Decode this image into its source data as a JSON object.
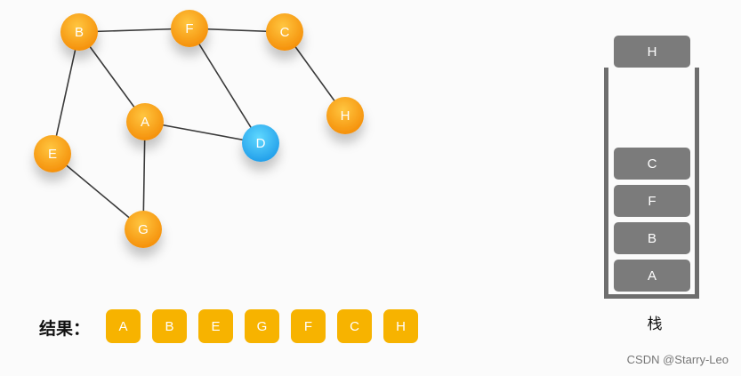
{
  "colors": {
    "node_orange": "#f9a80c",
    "node_current": "#29b6f6",
    "stack_item": "#7b7b7b",
    "result_item": "#f7b300"
  },
  "graph": {
    "nodes": [
      {
        "id": "B",
        "label": "B",
        "state": "visited"
      },
      {
        "id": "F",
        "label": "F",
        "state": "visited"
      },
      {
        "id": "C",
        "label": "C",
        "state": "visited"
      },
      {
        "id": "A",
        "label": "A",
        "state": "visited"
      },
      {
        "id": "H",
        "label": "H",
        "state": "visited"
      },
      {
        "id": "E",
        "label": "E",
        "state": "visited"
      },
      {
        "id": "D",
        "label": "D",
        "state": "current"
      },
      {
        "id": "G",
        "label": "G",
        "state": "visited"
      }
    ],
    "edges": [
      [
        "B",
        "F"
      ],
      [
        "F",
        "C"
      ],
      [
        "B",
        "A"
      ],
      [
        "B",
        "E"
      ],
      [
        "F",
        "D"
      ],
      [
        "C",
        "H"
      ],
      [
        "A",
        "D"
      ],
      [
        "A",
        "G"
      ],
      [
        "E",
        "G"
      ]
    ]
  },
  "result": {
    "label": "结果：",
    "items": [
      "A",
      "B",
      "E",
      "G",
      "F",
      "C",
      "H"
    ]
  },
  "stack": {
    "label": "栈",
    "top_item": "H",
    "items": [
      "C",
      "F",
      "B",
      "A"
    ]
  },
  "watermark": "CSDN @Starry-Leo"
}
